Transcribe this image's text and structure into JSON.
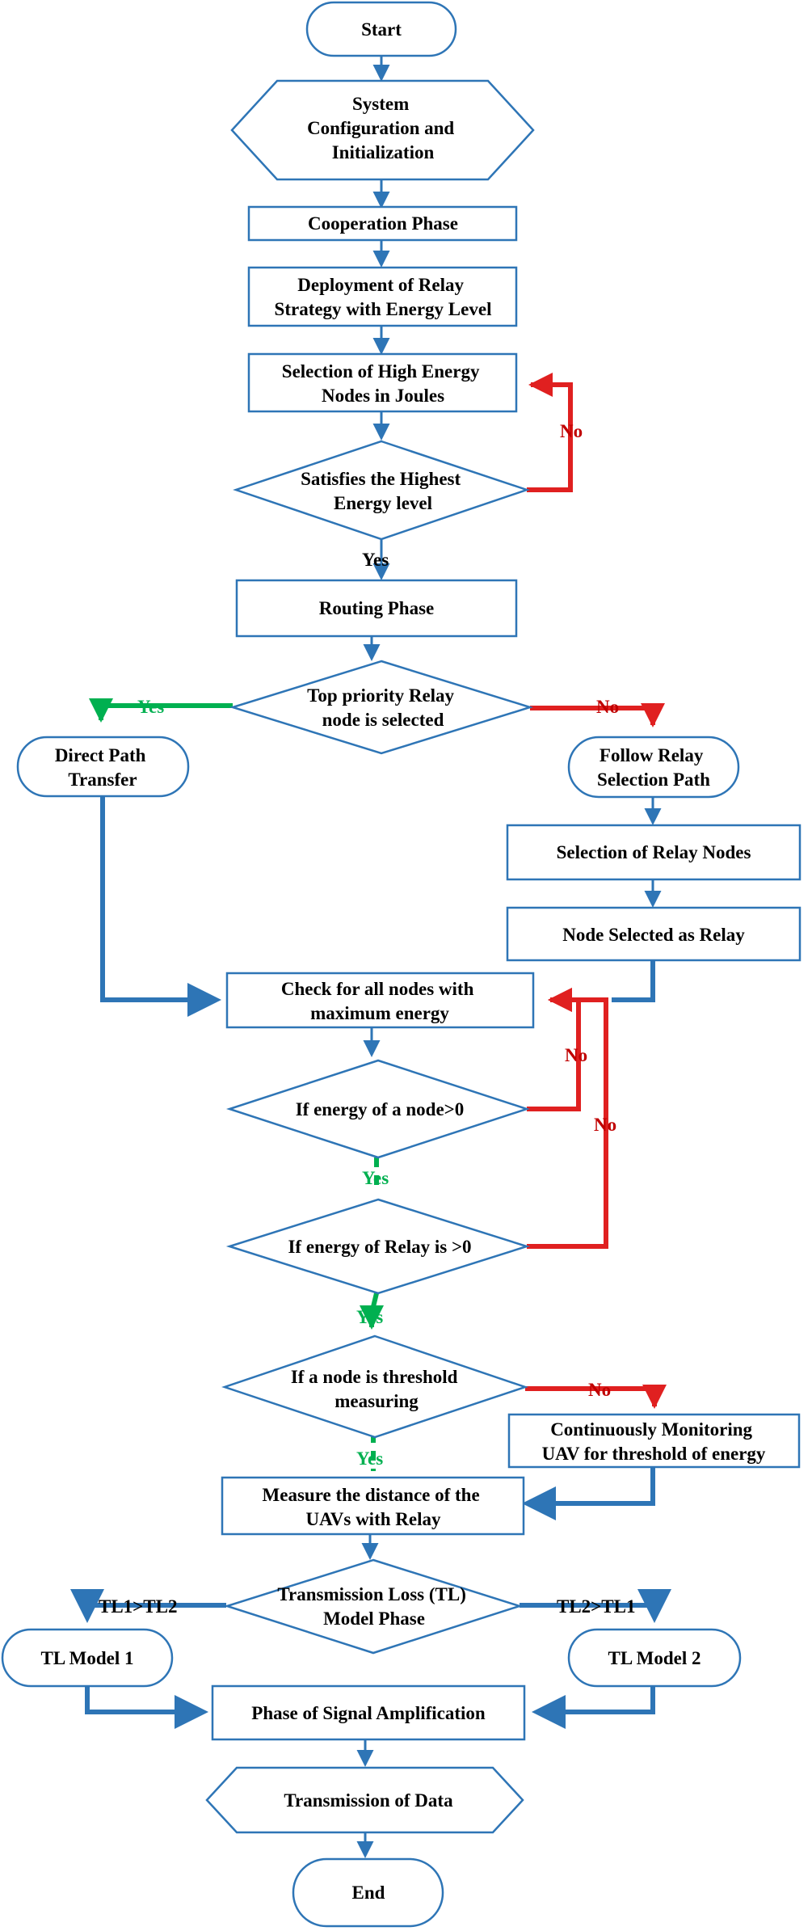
{
  "colors": {
    "shape_stroke": "#2e75b6",
    "blue_arrow": "#2e75b6",
    "red_arrow": "#e02020",
    "green_arrow": "#00b050",
    "red_text": "#c00000",
    "green_text": "#00b050",
    "text": "#000000"
  },
  "nodes": {
    "start": "Start",
    "system_config": [
      "System",
      "Configuration and",
      "Initialization"
    ],
    "cooperation": "Cooperation Phase",
    "deployment": [
      "Deployment of Relay",
      "Strategy with Energy Level"
    ],
    "selection_high": [
      "Selection of High Energy",
      "Nodes in Joules"
    ],
    "satisfies": [
      "Satisfies the Highest",
      "Energy level"
    ],
    "routing": "Routing Phase",
    "top_priority": [
      "Top priority Relay",
      "node is selected"
    ],
    "direct_path": [
      "Direct Path",
      "Transfer"
    ],
    "follow_relay": [
      "Follow Relay",
      "Selection Path"
    ],
    "selection_relay": "Selection of Relay Nodes",
    "node_selected": "Node Selected as Relay",
    "check_nodes": [
      "Check for all nodes with",
      "maximum energy"
    ],
    "energy_node": "If energy of a node>0",
    "energy_relay": "If energy of Relay is >0",
    "threshold": [
      "If a node is threshold",
      "measuring"
    ],
    "monitoring": [
      "Continuously Monitoring",
      "UAV for threshold of energy"
    ],
    "measure": [
      "Measure the distance of the",
      "UAVs with Relay"
    ],
    "tl_phase": [
      "Transmission Loss (TL)",
      "Model Phase"
    ],
    "tl_model1": "TL Model 1",
    "tl_model2": "TL Model 2",
    "amplification": "Phase of Signal Amplification",
    "transmission": "Transmission of Data",
    "end": "End"
  },
  "edge_labels": {
    "no_satisfies": "No",
    "yes_satisfies": "Yes",
    "yes_top": "Yes",
    "no_top": "No",
    "no_energy_node": "No",
    "no_energy_relay": "No",
    "yes_energy_node": "Yes",
    "yes_energy_relay": "Yes",
    "no_threshold": "No",
    "yes_threshold": "Yes",
    "tl1_gt_tl2": "TL1>TL2",
    "tl2_gt_tl1": "TL2>TL1"
  }
}
